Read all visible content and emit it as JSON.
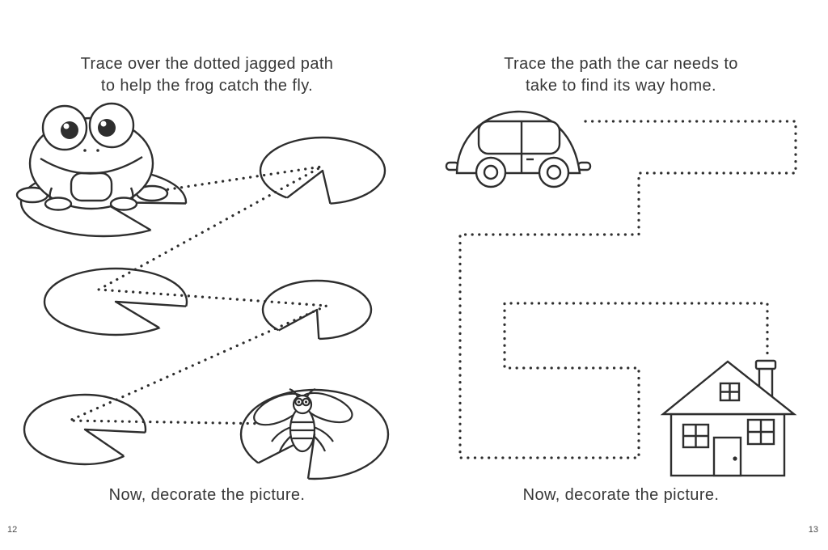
{
  "colors": {
    "paper": "#ffffff",
    "ink": "#2e2e2e",
    "text": "#383838"
  },
  "left_page": {
    "instruction": [
      "Trace over the dotted jagged path",
      "to help the frog catch the fly."
    ],
    "footer": "Now, decorate the picture.",
    "page_number": "12",
    "artwork": [
      "frog",
      "lily-pads",
      "dotted-zigzag-path",
      "fly"
    ]
  },
  "right_page": {
    "instruction": [
      "Trace the path the car needs to",
      "take to find its way home."
    ],
    "footer": "Now, decorate the picture.",
    "page_number": "13",
    "artwork": [
      "car",
      "dotted-maze-path",
      "house"
    ]
  }
}
